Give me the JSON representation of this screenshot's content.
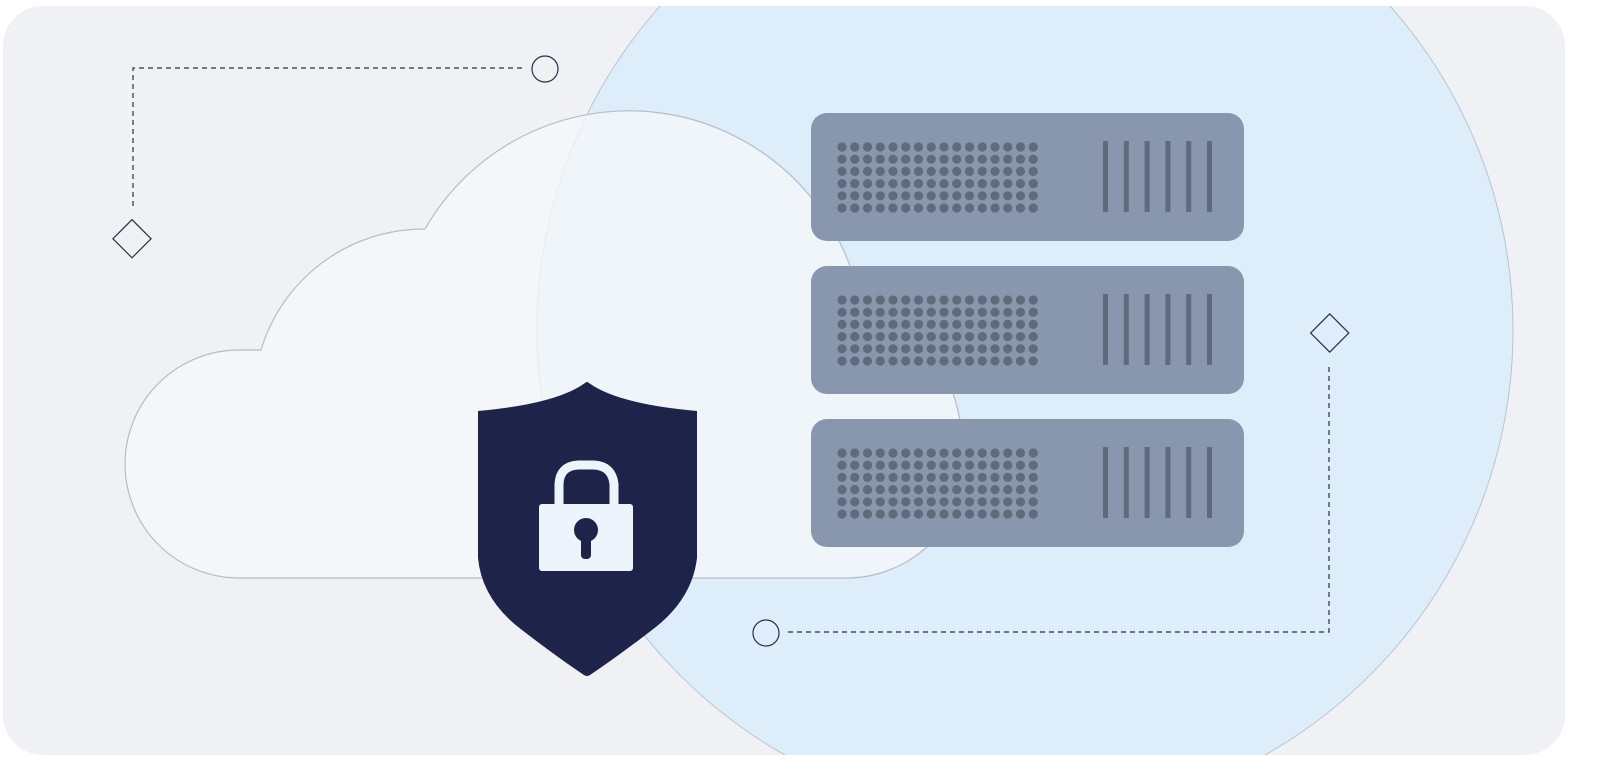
{
  "illustration": {
    "subject": [
      "cloud",
      "server-rack",
      "shield-lock"
    ],
    "server_units": 3,
    "colors": {
      "card_background": "#eff1f5",
      "circle_fill": "#ddeefa",
      "cloud_fill": "#f5f7fa",
      "server_body": "#8897ad",
      "server_detail": "#5f6a7a",
      "shield": "#1e234a",
      "lock": "#eef4fb",
      "connector_line": "#2a2f45"
    }
  }
}
